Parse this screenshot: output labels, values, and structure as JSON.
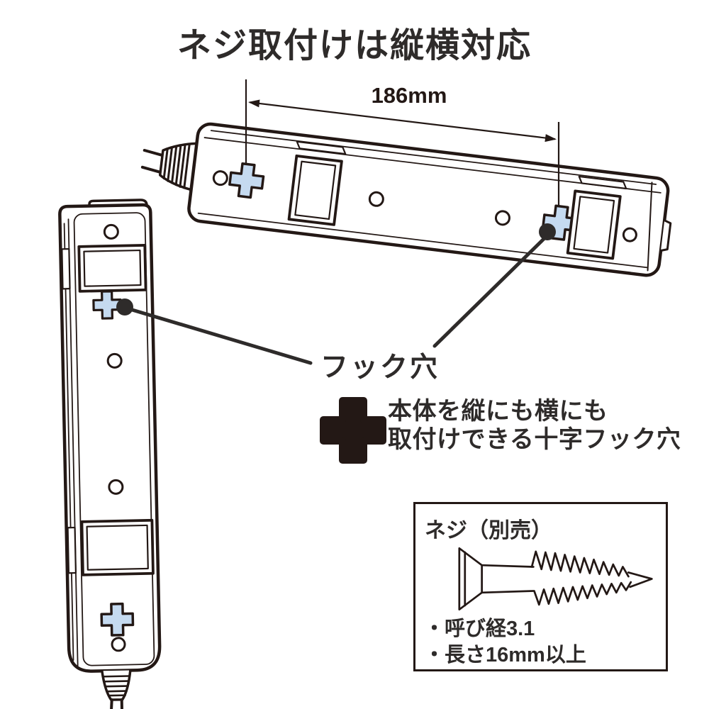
{
  "title": "ネジ取付けは縦横対応",
  "dimension_label": "186mm",
  "hook_hole_label": "フック穴",
  "cross_feature": {
    "line1": "本体を縦にも横にも",
    "line2": "取付けできる十字フック穴"
  },
  "screw_box": {
    "title": "ネジ（別売）",
    "spec1": "・呼び経3.1",
    "spec2": "・長さ16mm以上"
  },
  "icons": {
    "cross_hook_hole_icon": "plus-cross-hole",
    "cross_feature_icon": "solid-plus-cross",
    "screw_icon": "wood-screw-side-view",
    "dimension_arrow_icon": "double-headed-arrow"
  },
  "colors": {
    "line_art": "#231815",
    "hook_hole_fill": "#c5daf0",
    "text": "#2e2b2a",
    "background": "#ffffff"
  }
}
